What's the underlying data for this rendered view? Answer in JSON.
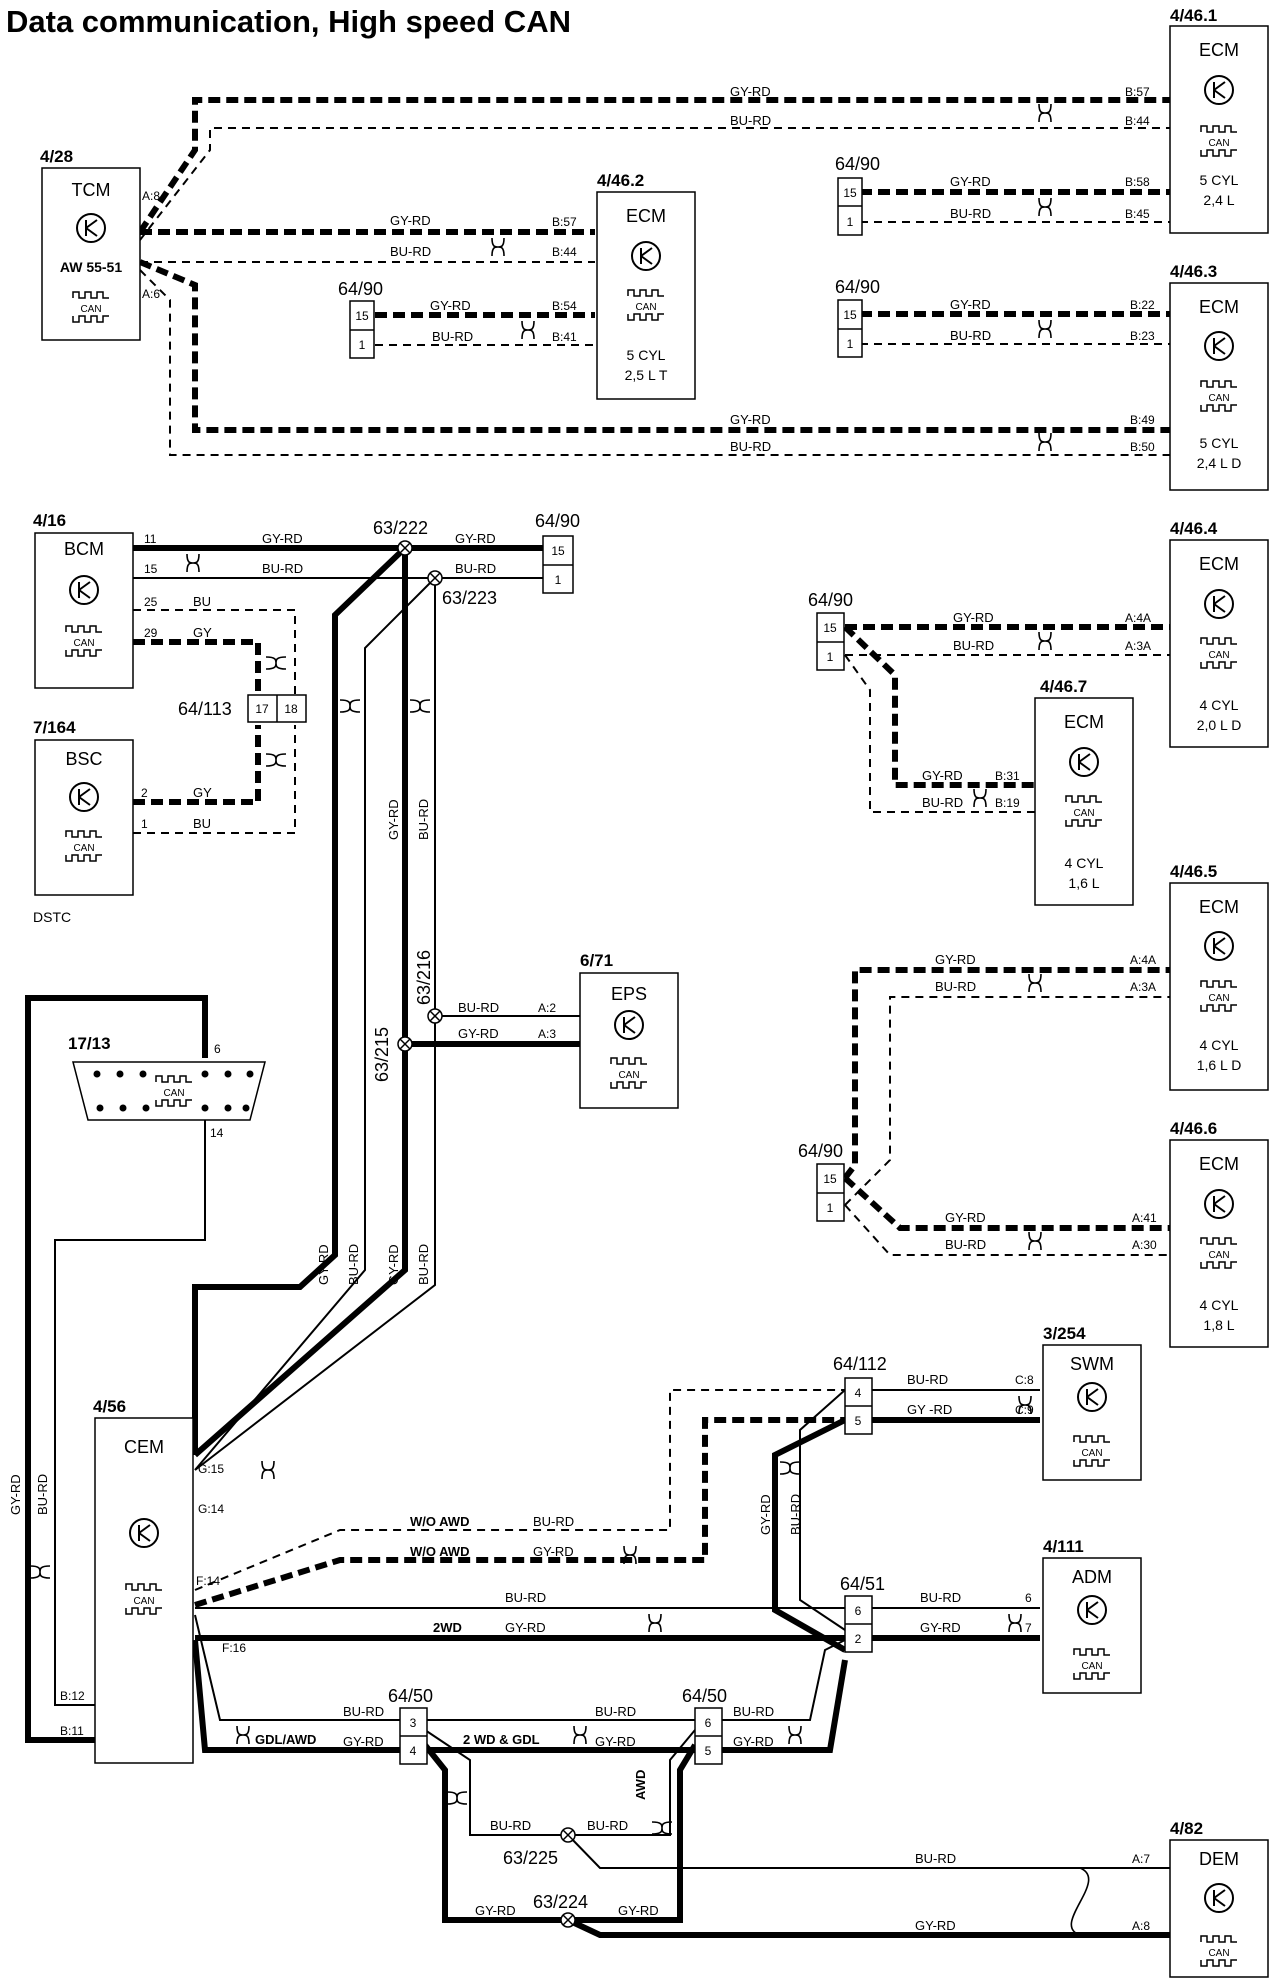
{
  "title": "Data communication, High speed CAN",
  "can_label": "CAN",
  "modules": {
    "tcm": {
      "ref": "4/28",
      "name": "TCM",
      "sub1": "AW 55-51"
    },
    "ecm_4_46_1": {
      "ref": "4/46.1",
      "name": "ECM",
      "sub1": "5 CYL",
      "sub2": "2,4 L"
    },
    "ecm_4_46_2": {
      "ref": "4/46.2",
      "name": "ECM",
      "sub1": "5 CYL",
      "sub2": "2,5 L T"
    },
    "ecm_4_46_3": {
      "ref": "4/46.3",
      "name": "ECM",
      "sub1": "5 CYL",
      "sub2": "2,4 L D"
    },
    "bcm": {
      "ref": "4/16",
      "name": "BCM"
    },
    "bsc": {
      "ref": "7/164",
      "name": "BSC",
      "note": "DSTC"
    },
    "ecm_4_46_4": {
      "ref": "4/46.4",
      "name": "ECM",
      "sub1": "4 CYL",
      "sub2": "2,0 L D"
    },
    "ecm_4_46_7": {
      "ref": "4/46.7",
      "name": "ECM",
      "sub1": "4 CYL",
      "sub2": "1,6 L"
    },
    "ecm_4_46_5": {
      "ref": "4/46.5",
      "name": "ECM",
      "sub1": "4 CYL",
      "sub2": "1,6 L D"
    },
    "ecm_4_46_6": {
      "ref": "4/46.6",
      "name": "ECM",
      "sub1": "4 CYL",
      "sub2": "1,8 L"
    },
    "eps": {
      "ref": "6/71",
      "name": "EPS"
    },
    "dlc": {
      "ref": "17/13"
    },
    "cem": {
      "ref": "4/56",
      "name": "CEM"
    },
    "swm": {
      "ref": "3/254",
      "name": "SWM"
    },
    "adm": {
      "ref": "4/111",
      "name": "ADM"
    },
    "dem": {
      "ref": "4/82",
      "name": "DEM"
    }
  },
  "connectors": {
    "c64_90": "64/90",
    "c64_113": "64/113",
    "c64_112": "64/112",
    "c64_51": "64/51",
    "c64_50": "64/50"
  },
  "splices": {
    "s63_222": "63/222",
    "s63_223": "63/223",
    "s63_216": "63/216",
    "s63_215": "63/215",
    "s63_225": "63/225",
    "s63_224": "63/224"
  },
  "wires": {
    "gy_rd": "GY-RD",
    "bu_rd": "BU-RD",
    "bu": "BU",
    "gy": "GY",
    "gy_rd_spaced": "GY  -RD"
  },
  "notes": {
    "wo_awd": "W/O AWD",
    "two_wd": "2WD",
    "gdl_awd": "GDL/AWD",
    "two_wd_gdl": "2 WD & GDL",
    "awd": "AWD"
  },
  "pins": {
    "a8": "A:8",
    "a6": "A:6",
    "b57": "B:57",
    "b44": "B:44",
    "b58": "B:58",
    "b45": "B:45",
    "b54": "B:54",
    "b41": "B:41",
    "b22": "B:22",
    "b23": "B:23",
    "b49": "B:49",
    "b50": "B:50",
    "p11": "11",
    "p15": "15",
    "p25": "25",
    "p29": "29",
    "p1": "1",
    "p2": "2",
    "p3": "3",
    "p4": "4",
    "p5": "5",
    "p6": "6",
    "p7": "7",
    "p14": "14",
    "p17": "17",
    "p18": "18",
    "a4a": "A:4A",
    "a3a": "A:3A",
    "b31": "B:31",
    "b19": "B:19",
    "a2": "A:2",
    "a3": "A:3",
    "a41": "A:41",
    "a30": "A:30",
    "c8": "C:8",
    "c9": "C:9",
    "g15": "G:15",
    "g14": "G:14",
    "f14": "F:14",
    "f16": "F:16",
    "b12": "B:12",
    "b11": "B:11",
    "a7": "A:7",
    "a8b": "A:8"
  }
}
